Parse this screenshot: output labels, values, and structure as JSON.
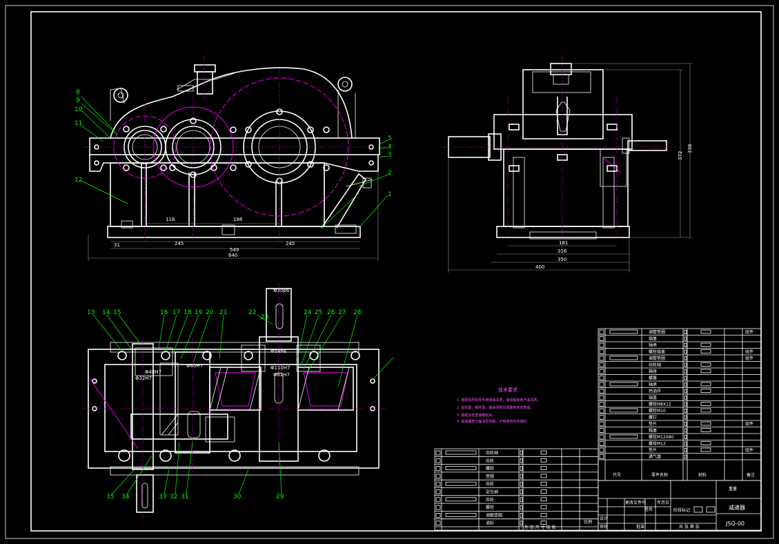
{
  "colors": {
    "background": "#000000",
    "outline": "#ffffff",
    "centerline": "#ff00ff",
    "leader": "#00ff00",
    "dimension": "#9a9a9a"
  },
  "front_view": {
    "part_numbers": [
      "8",
      "9",
      "10",
      "11",
      "12",
      "5",
      "4",
      "3",
      "2",
      "1"
    ],
    "dims": [
      "118",
      "188",
      "31",
      "245",
      "549",
      "245",
      "640"
    ]
  },
  "side_view": {
    "dims": [
      "372",
      "338",
      "181",
      "316",
      "350",
      "400"
    ]
  },
  "top_view": {
    "part_numbers_top": [
      "13",
      "14",
      "15",
      "16",
      "17",
      "18",
      "19",
      "20",
      "21",
      "22",
      "23",
      "24",
      "25",
      "26",
      "27",
      "28"
    ],
    "part_numbers_bottom": [
      "35",
      "34",
      "33",
      "32",
      "31",
      "30",
      "29"
    ],
    "dims": [
      "Φ30p6",
      "Φ58h6",
      "Φ110H7",
      "Φ62H7",
      "Φ60H7",
      "Φ48H7",
      "Φ32H7"
    ]
  },
  "tech_notes": {
    "title": "技术要求",
    "lines": [
      "1. 装配前所有零件用煤油清洗，滚动轴承用汽油清洗。",
      "2. 齿轮副、蜗杆副、轴承间隙应调整到规定数值。",
      "3. 装配后检查接触斑点。",
      "4. 减速器剖分面涂密封胶，不得使用任何填料。"
    ]
  },
  "parts_list_left": [
    {
      "name": "齿轮轴"
    },
    {
      "name": "齿轮"
    },
    {
      "name": "螺栓"
    },
    {
      "name": "垫圈"
    },
    {
      "name": "齿轮"
    },
    {
      "name": "定位销"
    },
    {
      "name": "齿轮"
    },
    {
      "name": "螺栓"
    },
    {
      "name": "调整垫圈"
    },
    {
      "name": "油标"
    }
  ],
  "parts_list_right": [
    {
      "name": "调整垫圈",
      "note": "组件"
    },
    {
      "name": "端盖",
      "note": ""
    },
    {
      "name": "轴承",
      "note": ""
    },
    {
      "name": "螺栓端盖",
      "note": "组件"
    },
    {
      "name": "调整垫圈",
      "note": "组件"
    },
    {
      "name": "齿轮轴",
      "note": ""
    },
    {
      "name": "箱座",
      "note": ""
    },
    {
      "name": "螺塞",
      "note": ""
    },
    {
      "name": "轴承",
      "note": ""
    },
    {
      "name": "挡油环",
      "note": ""
    },
    {
      "name": "端盖",
      "note": ""
    },
    {
      "name": "螺栓M8X12",
      "note": ""
    },
    {
      "name": "螺栓M10",
      "note": ""
    },
    {
      "name": "螺钉",
      "note": ""
    },
    {
      "name": "垫片",
      "note": "组件"
    },
    {
      "name": "箱盖",
      "note": ""
    },
    {
      "name": "螺栓M12X80",
      "note": ""
    },
    {
      "name": "螺母M12",
      "note": ""
    },
    {
      "name": "垫片",
      "note": "组件"
    },
    {
      "name": "通气器",
      "note": ""
    }
  ],
  "parts_header": {
    "code": "代号",
    "name": "零件名称",
    "material": "材料",
    "note": "备注",
    "left_footer": "外 形 尺 寸 检 验"
  },
  "title_block": {
    "title": "减速器",
    "drawing_no": "JSQ-00",
    "change_label": "更改文件号",
    "sign_label": "签名",
    "date_label": "年月日",
    "stage_label": "阶段标记",
    "design_label": "设计",
    "review_label": "审核",
    "approve_label": "批准",
    "sheet_label": "共 张 第 张",
    "scale_label": "比例",
    "weight_label": "重量"
  }
}
